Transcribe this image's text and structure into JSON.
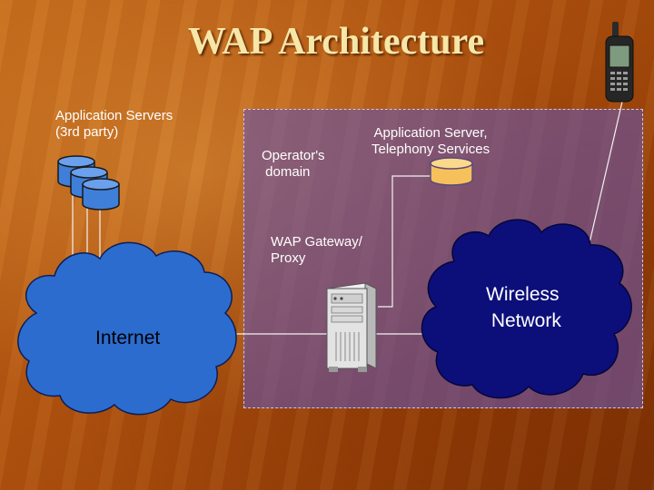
{
  "title": "WAP Architecture",
  "labels": {
    "app_servers": "Application Servers\n(3rd party)",
    "operator_domain": "Operator's\n domain",
    "telephony": "Application Server,\nTelephony Services",
    "gateway": "WAP Gateway/\nProxy",
    "internet": "Internet",
    "wireless": "Wireless\n Network"
  },
  "colors": {
    "domain_box": "#6854aa",
    "internet_cloud": "#2d6ccf",
    "wireless_cloud": "#0c0f7a",
    "database_blue": "#3f7fd9",
    "database_orange": "#f6c15b"
  }
}
